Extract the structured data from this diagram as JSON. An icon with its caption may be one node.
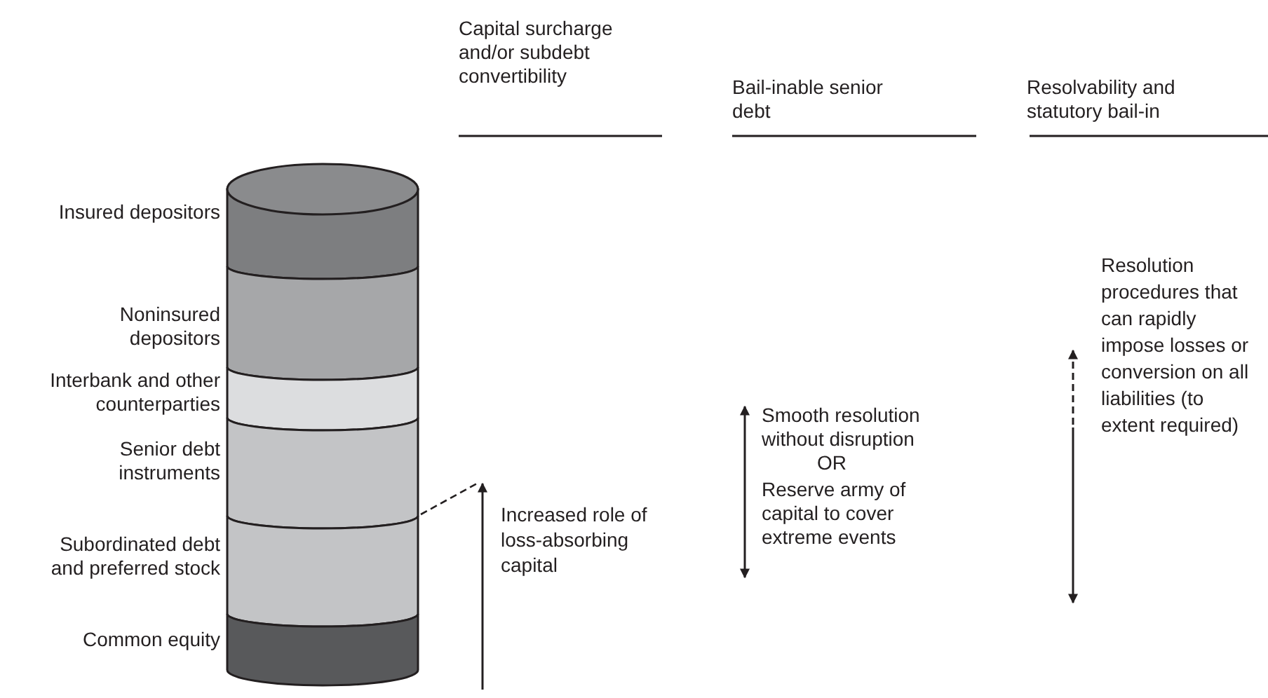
{
  "diagram": {
    "nodes": [
      {
        "text": [],
        "shape": "band",
        "beside": [
          "Insured depositors"
        ]
      },
      {
        "text": [],
        "shape": "band",
        "beside": [
          "Noninsured depositors"
        ]
      },
      {
        "text": [],
        "shape": "band",
        "beside": [
          "Interbank and other counterparties"
        ]
      },
      {
        "text": [],
        "shape": "band",
        "beside": [
          "Senior debt instruments"
        ]
      },
      {
        "text": [],
        "shape": "band",
        "beside": [
          "Subordinated debt and preferred stock"
        ]
      },
      {
        "text": [],
        "shape": "band",
        "beside": [
          "Common equity"
        ]
      }
    ],
    "labels": [
      "Capital surcharge and/or subdebt convertibility",
      "Bail-inable senior debt",
      "Resolvability and statutory bail-in",
      "Smooth resolution without disruption",
      "OR",
      "Reserve army of capital to cover extreme events",
      "Resolution procedures that can rapidly impose losses or conversion on all liabilities (to extent required)",
      "Increased role of loss-absorbing capital"
    ]
  }
}
